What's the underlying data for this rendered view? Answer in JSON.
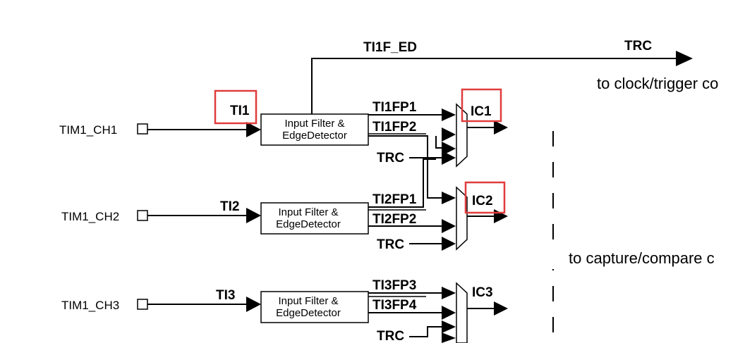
{
  "top": {
    "ti1f_ed": "TI1F_ED",
    "trc": "TRC",
    "trc_note": "to clock/trigger co"
  },
  "pins": {
    "ch1": "TIM1_CH1",
    "ch2": "TIM1_CH2",
    "ch3": "TIM1_CH3"
  },
  "inputs": {
    "ti1": "TI1",
    "ti2": "TI2",
    "ti3": "TI3"
  },
  "filter": {
    "line1": "Input Filter &",
    "line2": "EdgeDetector"
  },
  "signals": {
    "ti1fp1": "TI1FP1",
    "ti1fp2": "TI1FP2",
    "ti2fp1": "TI2FP1",
    "ti2fp2": "TI2FP2",
    "ti3fp3": "TI3FP3",
    "ti3fp4": "TI3FP4",
    "trc": "TRC"
  },
  "outputs": {
    "ic1": "IC1",
    "ic2": "IC2",
    "ic3": "IC3"
  },
  "capture_note": "to capture/compare c",
  "highlight_color": "#e03c3c"
}
